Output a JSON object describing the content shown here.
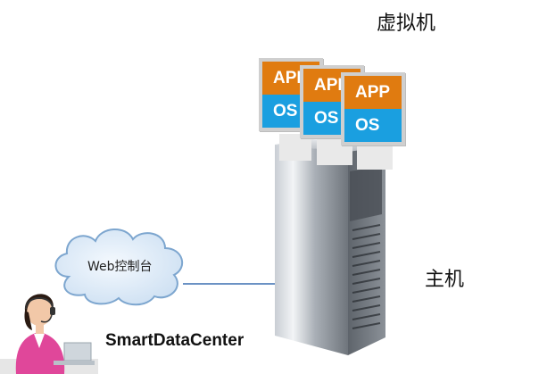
{
  "labels": {
    "vm_title": "虚拟机",
    "host_title": "主机",
    "console_title": "SmartDataCenter",
    "cloud_label": "Web控制台"
  },
  "vms": [
    {
      "app": "APP",
      "os": "OS"
    },
    {
      "app": "APP",
      "os": "OS"
    },
    {
      "app": "APP",
      "os": "OS"
    }
  ],
  "colors": {
    "app": "#e07b10",
    "os": "#1a9fe0",
    "server_body": "#8f959c",
    "cloud_fill": "#dbeaf7",
    "cloud_stroke": "#7da6cf",
    "connector": "#3a6fb0"
  },
  "icons": {
    "server": "server-tower-icon",
    "cloud": "cloud-icon",
    "operator": "operator-headset-icon"
  }
}
